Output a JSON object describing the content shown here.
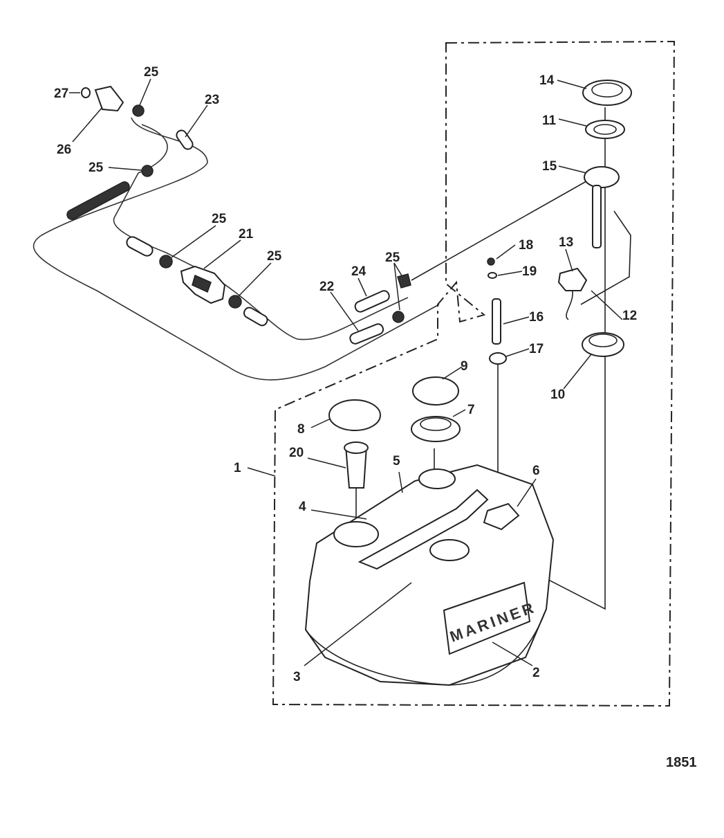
{
  "diagram": {
    "figure_number": "1851",
    "tank_brand": "MARINER",
    "callouts": [
      "1",
      "2",
      "3",
      "4",
      "5",
      "6",
      "7",
      "8",
      "9",
      "10",
      "11",
      "12",
      "13",
      "14",
      "15",
      "16",
      "17",
      "18",
      "19",
      "20",
      "21",
      "22",
      "23",
      "24",
      "25",
      "25",
      "25",
      "25",
      "25",
      "26",
      "27"
    ]
  },
  "colors": {
    "ink": "#222222",
    "paper": "#ffffff"
  }
}
